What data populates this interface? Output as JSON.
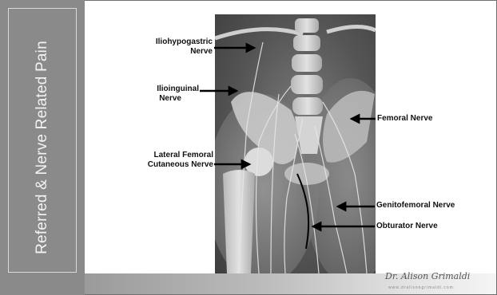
{
  "slide": {
    "sidebar_title": "Referred & Nerve Related Pain"
  },
  "labels": {
    "iliohypogastric": [
      "Iliohypogastric",
      "Nerve"
    ],
    "ilioinguinal": [
      "Ilioinguinal",
      "Nerve"
    ],
    "femoral": "Femoral Nerve",
    "lateral_femoral": [
      "Lateral Femoral",
      "Cutaneous Nerve"
    ],
    "genitofemoral": "Genitofemoral Nerve",
    "obturator": "Obturator Nerve"
  },
  "logo": {
    "signature": "Dr. Alison Grimaldi",
    "url": "www.dralisongrimaldi.com"
  },
  "colors": {
    "sidebar": "#8a8a8a",
    "arrow": "#000000"
  },
  "image": {
    "subject": "anatomical-hip-pelvis-nerves-illustration"
  }
}
